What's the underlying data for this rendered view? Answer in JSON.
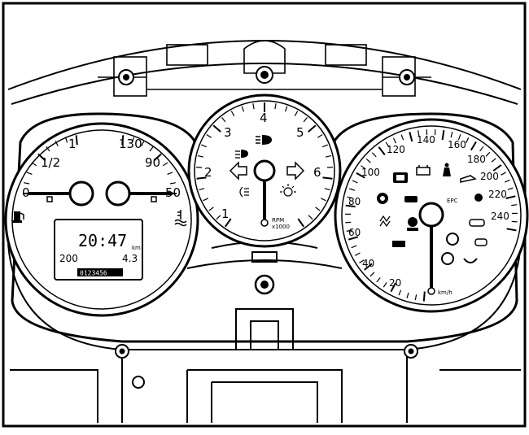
{
  "fuel_gauge": {
    "labels": [
      "0",
      "1/2",
      "1"
    ],
    "fuel_icon": "fuel-pump-icon"
  },
  "temp_gauge": {
    "labels": [
      "130",
      "90",
      "50"
    ],
    "temp_icon": "coolant-temperature-icon"
  },
  "display": {
    "clock": "20:47",
    "trip": "200",
    "value": "4.3",
    "small_unit": "km",
    "odometer": "0123456"
  },
  "tachometer": {
    "labels": [
      "1",
      "2",
      "3",
      "4",
      "5",
      "6"
    ],
    "unit_line1": "RPM",
    "unit_line2": "x1000",
    "icons": [
      "headlight-icon",
      "fog-light-icon",
      "turn-left-arrow-icon",
      "turn-right-arrow-icon",
      "rear-fog-icon",
      "light-bulb-icon"
    ]
  },
  "speedometer": {
    "labels": [
      "20",
      "40",
      "60",
      "80",
      "100",
      "120",
      "140",
      "160",
      "180",
      "200",
      "220",
      "240"
    ],
    "unit": "km/h",
    "epc_label": "EPC",
    "icons": [
      "engine-check-icon",
      "battery-icon",
      "seatbelt-icon",
      "oil-pressure-icon",
      "airbag-icon",
      "abs-icon",
      "brake-icon",
      "esp-icon",
      "tire-pressure-icon",
      "glow-plug-icon"
    ]
  }
}
